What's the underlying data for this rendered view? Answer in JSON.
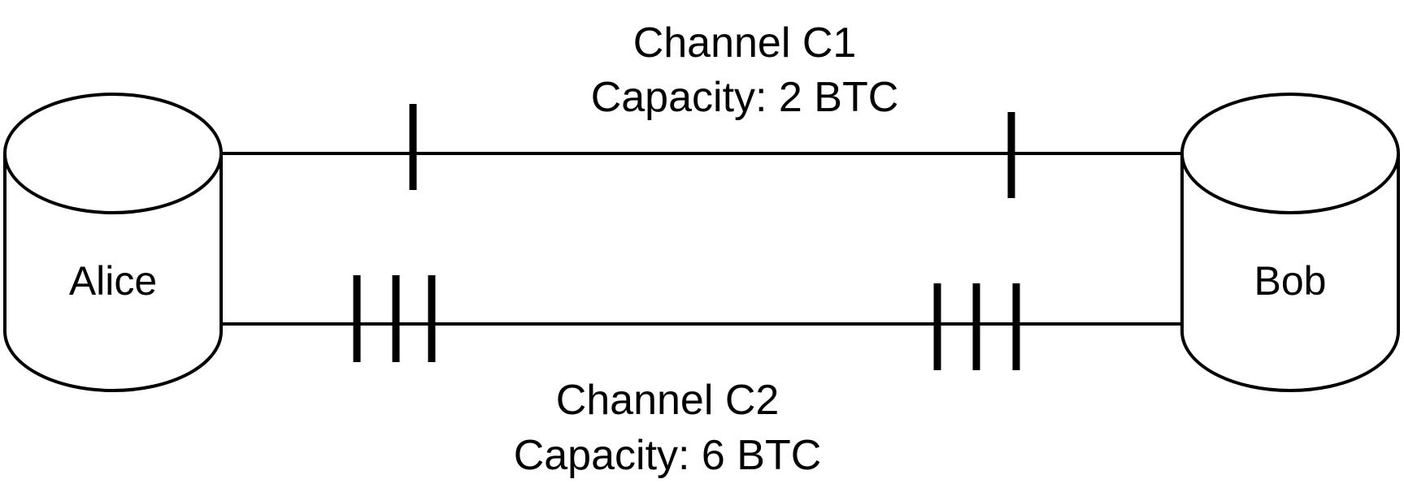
{
  "nodes": {
    "alice": {
      "label": "Alice"
    },
    "bob": {
      "label": "Bob"
    }
  },
  "channels": [
    {
      "name": "Channel C1",
      "capacity": "Capacity: 2 BTC",
      "capacity_btc": 2
    },
    {
      "name": "Channel C2",
      "capacity": "Capacity: 6 BTC",
      "capacity_btc": 6
    }
  ],
  "colors": {
    "stroke": "#000000",
    "background": "#ffffff"
  }
}
